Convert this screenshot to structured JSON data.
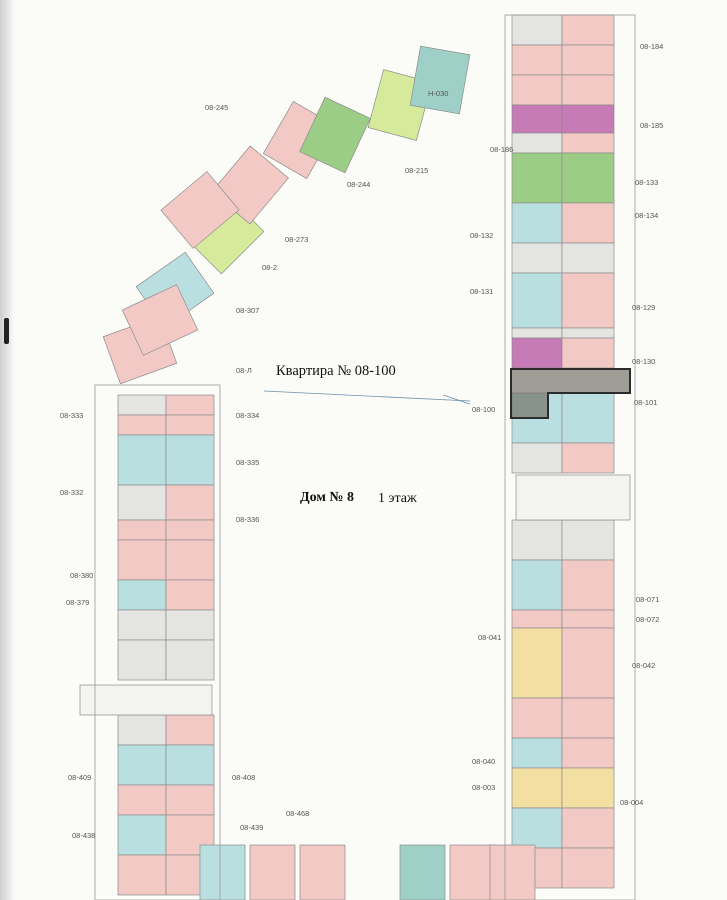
{
  "captions": {
    "apartment": "Квартира № 08-100",
    "house": "Дом № 8",
    "floor": "1 этаж"
  },
  "highlighted_unit": "08-100",
  "colors": {
    "highlight_outline": "#2b2b2b",
    "highlight_fill": "#6f6a63",
    "pink": "#f2c9c4",
    "cyan": "#b9dfe0",
    "green": "#9ccd87",
    "lime": "#d6ea9c",
    "magenta": "#c77bb6",
    "yellow": "#f3dfa2",
    "teal": "#9fd0c8",
    "grey": "#e4e4e2",
    "wall": "#8c8c8c"
  },
  "unit_labels": [
    "08-184",
    "08-185",
    "08-186",
    "08-133",
    "08-134",
    "08-132",
    "08-131",
    "08-129",
    "08-130",
    "08-101",
    "08-100",
    "08-245",
    "08-244",
    "08-215",
    "08-273",
    "08-2",
    "08-307",
    "08-Л",
    "08-333",
    "08-334",
    "08-335",
    "08-332",
    "08-336",
    "08-380",
    "08-379",
    "08-071",
    "08-072",
    "08-041",
    "08-042",
    "08-409",
    "08-408",
    "08-040",
    "08-003",
    "08-004",
    "08-438",
    "08-439",
    "08-468",
    "Н-030"
  ]
}
